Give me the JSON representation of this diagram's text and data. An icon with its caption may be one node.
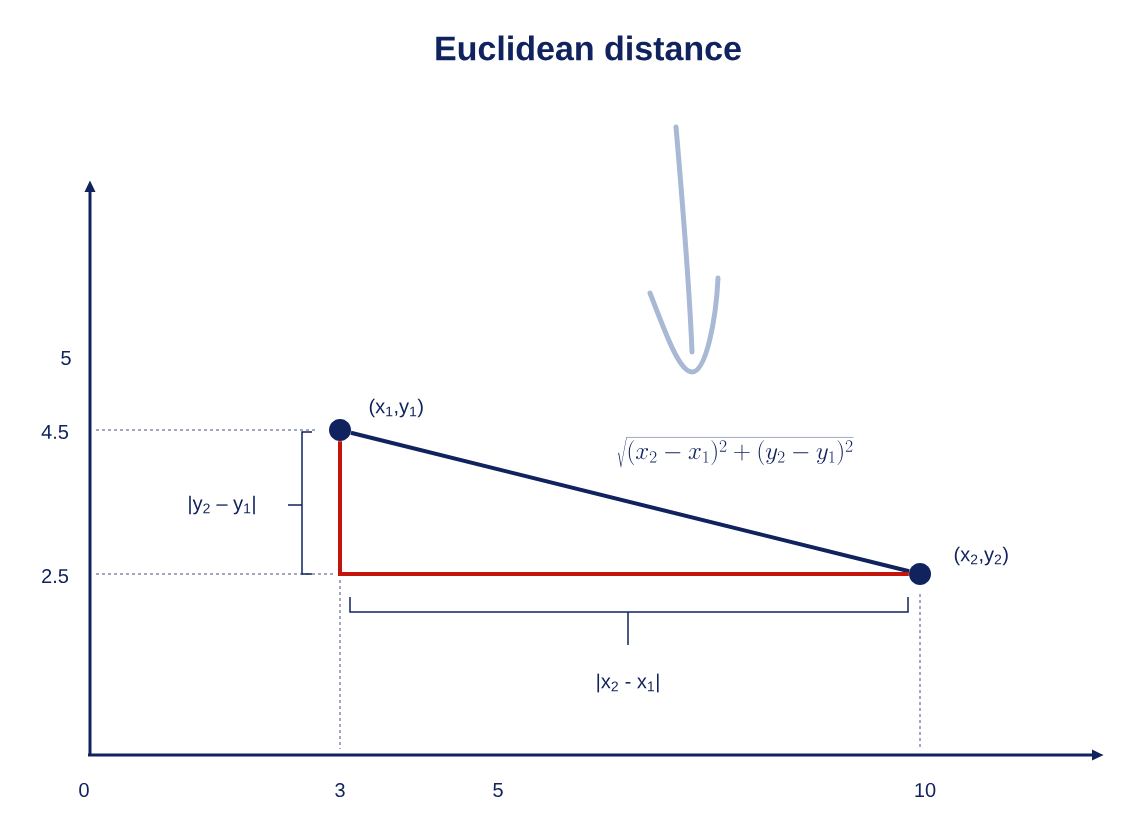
{
  "diagram": {
    "title": "Euclidean distance",
    "nodes": [
      {
        "text": [],
        "shape": "circle",
        "beside": [
          "(x$_{1}$,y$_{1}$)"
        ]
      },
      {
        "text": [],
        "shape": "circle",
        "beside": [
          "(x$_{2}$,y$_{2}$)"
        ]
      }
    ],
    "edges": [
      {
        "from": 0,
        "to": 1,
        "arrow": "none",
        "label": "\\sqrt{(x_2 - x_1)^2+(y_2 - y_1)^2}"
      },
      {
        "from": 0,
        "to": 1,
        "arrow": "none",
        "color": "#c4150c"
      }
    ],
    "labels": [
      "5",
      "4.5",
      "|y$_{2}$ – y$_{1}$|",
      "2.5",
      "|x$_{2}$ - x$_{1}$|",
      "0",
      "3",
      "5",
      "10"
    ]
  }
}
